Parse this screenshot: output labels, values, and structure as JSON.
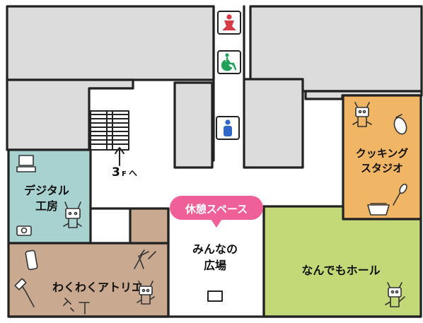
{
  "colors": {
    "gray": "#dcdcdc",
    "digital_lab": "#a8d2cf",
    "atelier": "#c9a98f",
    "hall": "#c3d977",
    "cooking": "#f0b565",
    "rest_badge": "#ef5f98",
    "restroom_sign": "#c9c9c9",
    "women_icon": "#d83a48",
    "accessible_icon": "#21a15a",
    "men_icon": "#2f66c8"
  },
  "rooms": {
    "digital_lab": [
      "デジタル",
      "工房"
    ],
    "atelier": "わくわくアトリエ",
    "plaza": [
      "みんなの",
      "広場"
    ],
    "hall": "なんでもホール",
    "cooking": [
      "クッキング",
      "スタジオ"
    ],
    "rest_badge": "休憩スペース"
  },
  "stairs": {
    "floor_number": "3",
    "floor_suffix": "F",
    "direction": "へ"
  },
  "restroom_icons": [
    "women-restroom-icon",
    "accessible-restroom-icon",
    "men-restroom-icon"
  ],
  "room_icons": {
    "digital_lab": [
      "computer-icon",
      "robot-mascot-icon",
      "camera-icon"
    ],
    "atelier": [
      "phone-icon",
      "pliers-icon",
      "brush-icon",
      "nail-icon",
      "hammer-icon",
      "robot-mascot-icon"
    ],
    "cooking": [
      "robot-mascot-icon",
      "eggplant-icon",
      "whisk-icon",
      "pot-icon"
    ],
    "hall": [
      "robot-mascot-icon"
    ]
  }
}
